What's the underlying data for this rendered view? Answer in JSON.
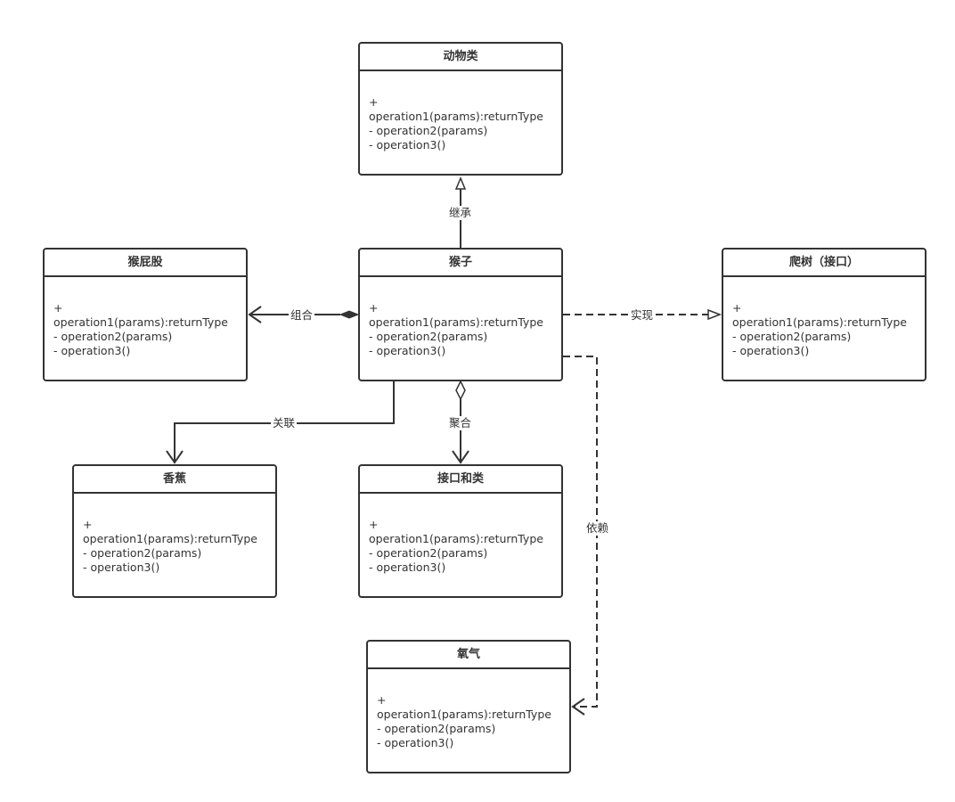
{
  "classes": {
    "animal": {
      "title": "动物类",
      "ops": [
        "+",
        "operation1(params):returnType",
        "- operation2(params)",
        "- operation3()"
      ]
    },
    "monkey": {
      "title": "猴子",
      "ops": [
        "+",
        "operation1(params):returnType",
        "- operation2(params)",
        "- operation3()"
      ]
    },
    "butt": {
      "title": "猴屁股",
      "ops": [
        "+",
        "operation1(params):returnType",
        "- operation2(params)",
        "- operation3()"
      ]
    },
    "climb": {
      "title": "爬树（接口）",
      "ops": [
        "+",
        "operation1(params):returnType",
        "- operation2(params)",
        "- operation3()"
      ]
    },
    "banana": {
      "title": "香蕉",
      "ops": [
        "+",
        "operation1(params):returnType",
        "- operation2(params)",
        "- operation3()"
      ]
    },
    "iface": {
      "title": "接口和类",
      "ops": [
        "+",
        "operation1(params):returnType",
        "- operation2(params)",
        "- operation3()"
      ]
    },
    "oxygen": {
      "title": "氧气",
      "ops": [
        "+",
        "operation1(params):returnType",
        "- operation2(params)",
        "- operation3()"
      ]
    }
  },
  "relations": {
    "inherit": "继承",
    "compose": "组合",
    "realize": "实现",
    "associate": "关联",
    "aggregate": "聚合",
    "depend": "依赖"
  }
}
